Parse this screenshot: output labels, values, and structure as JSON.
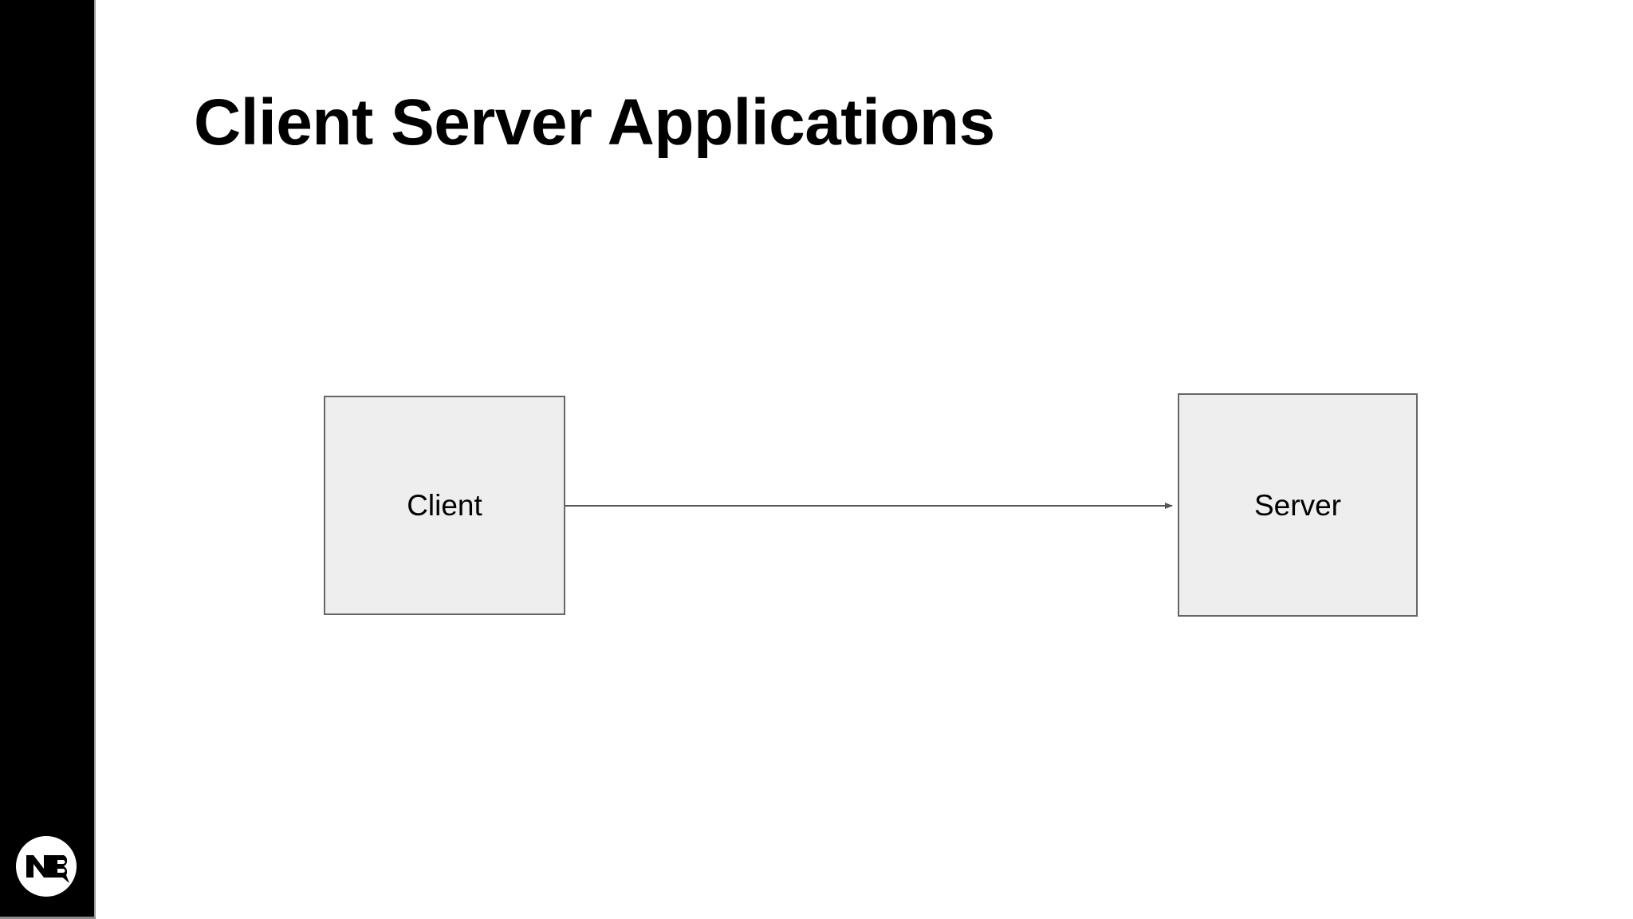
{
  "slide": {
    "title": "Client Server Applications",
    "background_color": "#ffffff",
    "sidebar_color": "#000000",
    "accent_border_color": "#999999"
  },
  "branding": {
    "logo_name": "nb-logo-icon",
    "logo_letters": "NB",
    "logo_circle_color": "#ffffff",
    "logo_letter_color": "#000000"
  },
  "diagram": {
    "type": "flow",
    "node_fill_color": "#eeeeee",
    "node_border_color": "#666666",
    "edge_color": "#555555",
    "nodes": [
      {
        "id": "client",
        "label": "Client"
      },
      {
        "id": "server",
        "label": "Server"
      }
    ],
    "edges": [
      {
        "from": "client",
        "to": "server",
        "label": "",
        "arrowhead": "filled-triangle",
        "direction": "right"
      }
    ]
  }
}
